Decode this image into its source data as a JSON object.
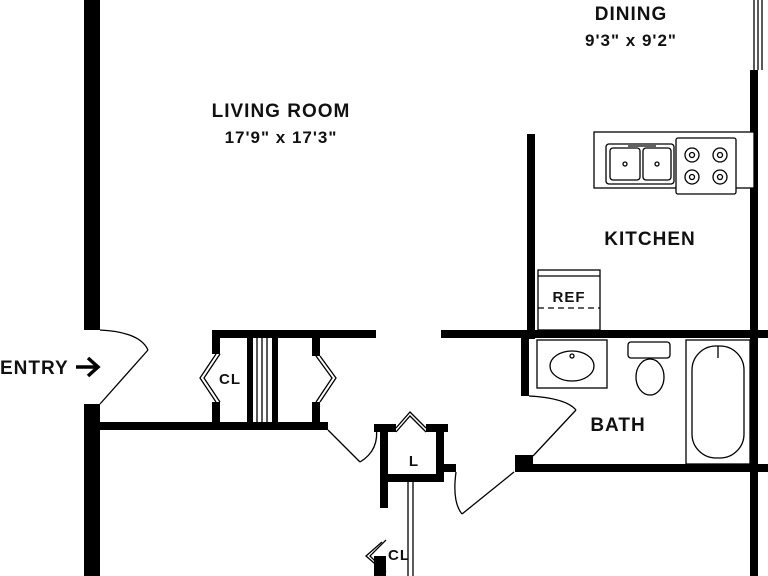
{
  "rooms": {
    "dining": {
      "name": "DINING",
      "dimensions": "9'3\" x 9'2\""
    },
    "living": {
      "name": "LIVING ROOM",
      "dimensions": "17'9\" x 17'3\""
    },
    "kitchen": {
      "name": "KITCHEN"
    },
    "bath": {
      "name": "BATH"
    }
  },
  "labels": {
    "entry": "ENTRY",
    "closet_left": "CL",
    "closet_bottom": "CL",
    "linen": "L",
    "refrigerator": "REF"
  },
  "icons": {
    "entry_arrow": "arrow-right-icon"
  },
  "colors": {
    "wall": "#000000",
    "background": "#ffffff"
  }
}
